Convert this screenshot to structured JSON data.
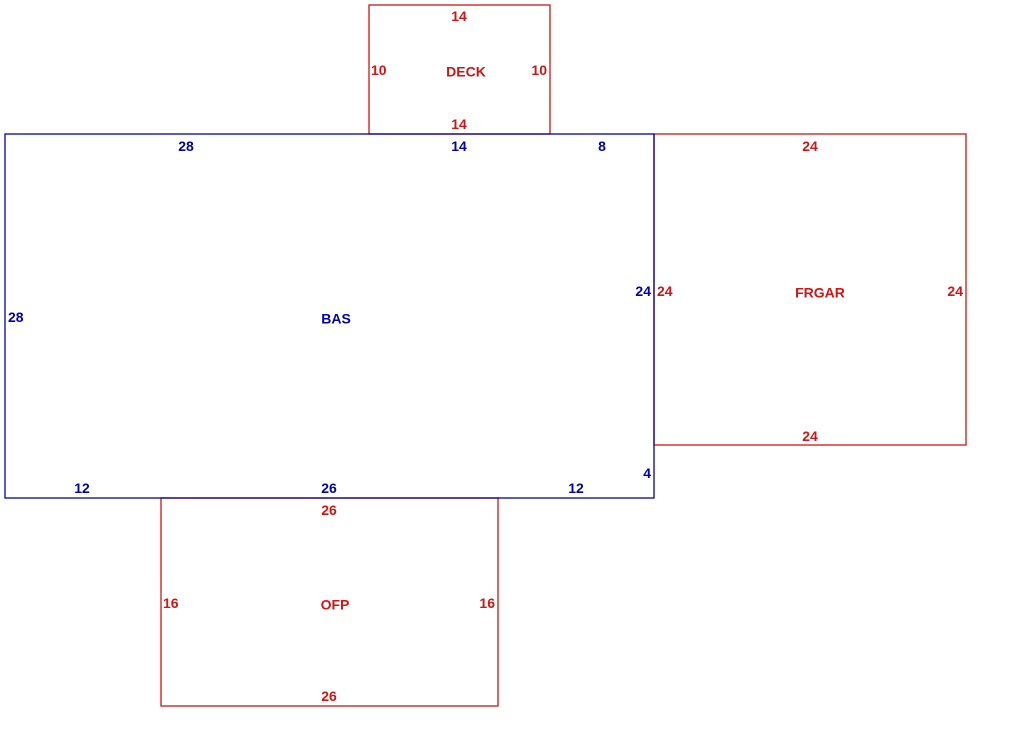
{
  "colors": {
    "living": "#0000b4",
    "other": "#d21414"
  },
  "areas": {
    "deck": {
      "label": "DECK",
      "dims": {
        "top": "14",
        "left": "10",
        "right": "10",
        "bottom": "14"
      }
    },
    "bas": {
      "label": "BAS",
      "dims": {
        "top_left": "28",
        "top_mid": "14",
        "top_right": "8",
        "left": "28",
        "right": "24",
        "bottom_left": "12",
        "bottom_mid": "26",
        "bottom_right": "12",
        "notch": "4"
      }
    },
    "frgar": {
      "label": "FRGAR",
      "dims": {
        "top": "24",
        "left": "24",
        "right": "24",
        "bottom": "24"
      }
    },
    "ofp": {
      "label": "OFP",
      "dims": {
        "top": "26",
        "left": "16",
        "right": "16",
        "bottom": "26"
      }
    }
  }
}
